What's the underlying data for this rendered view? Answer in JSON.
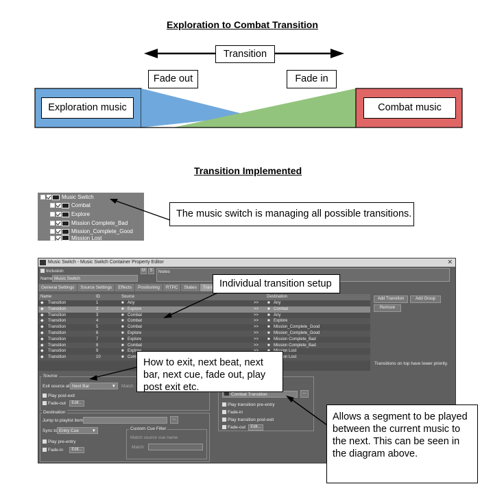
{
  "diagram": {
    "title": "Exploration to Combat Transition",
    "transition_label": "Transition",
    "fade_out_label": "Fade out",
    "fade_in_label": "Fade in",
    "exploration_label": "Exploration music",
    "combat_label": "Combat music",
    "colors": {
      "exploration": "#6fa8dc",
      "combat": "#e06666",
      "fade_in": "#93c47d"
    }
  },
  "implemented_title": "Transition Implemented",
  "tree": {
    "root": "Music Switch",
    "children": [
      "Combat",
      "Explore",
      "Mission Complete_Bad",
      "Mission_Complete_Good",
      "Mission Lost"
    ]
  },
  "callouts": {
    "switch": "The music switch is managing all possible transitions.",
    "individual": "Individual transition setup",
    "exit": "How to exit, next beat, next bar, next cue, fade out, play post exit etc.",
    "segment": "Allows a segment to be played between the current music to the next.  This can be seen in the diagram above."
  },
  "editor": {
    "title": "Music Switch - Music Switch Container Property Editor",
    "inclusion": "Inclusion",
    "name_label": "Name",
    "name_value": "Music Switch",
    "m": "M",
    "s": "S",
    "notes": "Notes",
    "tabs": [
      "General Settings",
      "Source Settings",
      "Effects",
      "Positioning",
      "RTPC",
      "States",
      "Transitions"
    ],
    "columns": {
      "name": "Name",
      "id": "ID",
      "source": "Source",
      "destination": "Destination"
    },
    "rows": [
      {
        "name": "Transition",
        "id": "1",
        "source": "Any",
        "dest": "Any"
      },
      {
        "name": "Transition",
        "id": "2",
        "source": "Explore",
        "dest": "Combat"
      },
      {
        "name": "Transition",
        "id": "3",
        "source": "Combat",
        "dest": "Any"
      },
      {
        "name": "Transition",
        "id": "4",
        "source": "Combat",
        "dest": "Explore"
      },
      {
        "name": "Transition",
        "id": "5",
        "source": "Combat",
        "dest": "Mission_Complete_Good"
      },
      {
        "name": "Transition",
        "id": "6",
        "source": "Explore",
        "dest": "Mission_Complete_Good"
      },
      {
        "name": "Transition",
        "id": "7",
        "source": "Explore",
        "dest": "Mission Complete_Bad"
      },
      {
        "name": "Transition",
        "id": "8",
        "source": "Combat",
        "dest": "Mission Complete_Bad"
      },
      {
        "name": "Transition",
        "id": "9",
        "source": "Explore",
        "dest": "Mission Lost"
      },
      {
        "name": "Transition",
        "id": "10",
        "source": "Combat",
        "dest": "Mission Lost"
      }
    ],
    "add_transition": "Add Transition",
    "add_group": "Add Group",
    "remove": "Remove",
    "note": "Transitions on top have lower priority.",
    "source_group": "Source",
    "exit_source_at": "Exit source at",
    "exit_value": "Next Bar",
    "match": "Match",
    "play_post_exit": "Play post-exit",
    "fade_out": "Fade-out",
    "edit": "Edit...",
    "destination_group": "Destination",
    "jump_to": "Jump to playlist item",
    "sync_to": "Sync to",
    "sync_value": "Entry Cue",
    "custom_cue": "Custom Cue Filter",
    "match_source_cue": "Match source cue name",
    "play_pre_entry": "Play pre-entry",
    "fade_in": "Fade-in",
    "segment_name": "Combat Transition",
    "play_transition_pre_entry": "Play transition pre-entry",
    "play_transition_post_exit": "Play transition post-exit",
    "browse": "..."
  }
}
